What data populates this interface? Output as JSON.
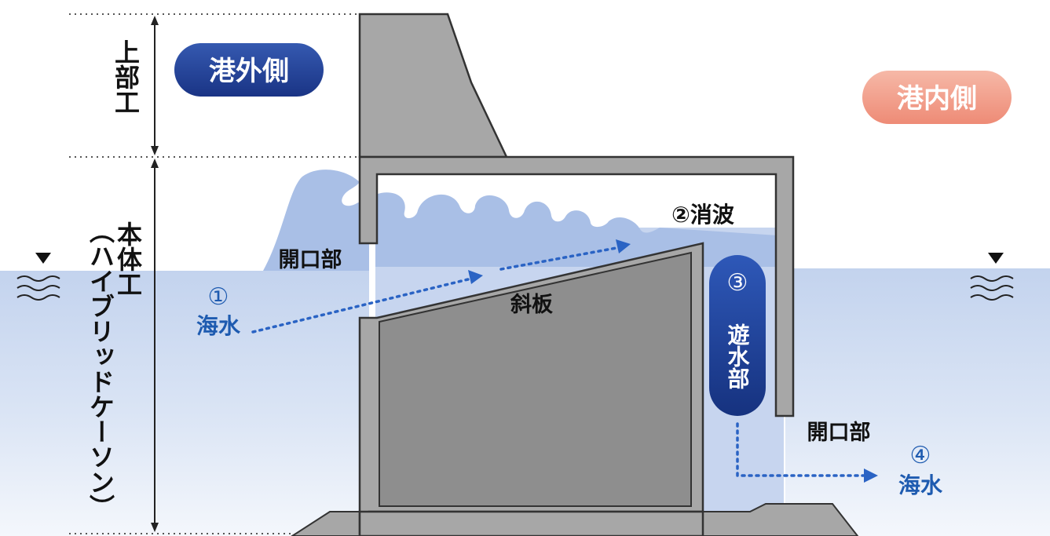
{
  "labels": {
    "outside_port": "港外側",
    "inside_port": "港内側",
    "upper_structure": "上部工",
    "main_body": "本体工",
    "hybrid_caisson": "（ハイブリッドケーソン）",
    "opening_left": "開口部",
    "opening_right": "開口部",
    "slope_plate": "斜板",
    "step1_number": "①",
    "step1_text": "海水",
    "step2_text": "②消波",
    "step3_number": "③",
    "step3_text": "遊水部",
    "step4_number": "④",
    "step4_text": "海水"
  },
  "colors": {
    "outside_badge": "#1f3f93",
    "inside_badge": "#f29a86",
    "water_blue": "#1e5bb0",
    "arrow_blue": "#2a63c4",
    "water_surface": "#c5d4ee",
    "concrete": "#a7a7a7",
    "concrete_dark": "#8e8e8e",
    "outline": "#333333"
  },
  "icons": [
    "water-level-triangle-icon",
    "water-waves-icon",
    "flow-arrow-icon"
  ]
}
